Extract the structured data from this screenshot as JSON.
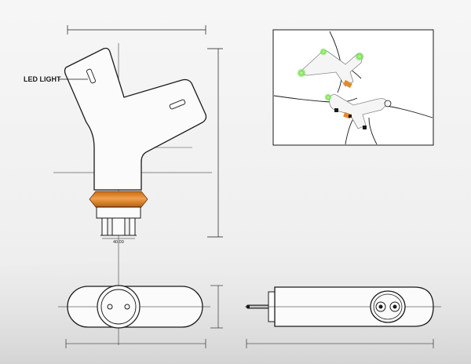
{
  "diagram": {
    "callout_label": "LED LIGHT",
    "dimension_label": "40.00",
    "accent_color": "#e08a2c",
    "led_color": "#7be05a",
    "line_color": "#1a1a1a",
    "views": [
      "front-view",
      "bottom-view",
      "side-view",
      "render-inset"
    ]
  }
}
